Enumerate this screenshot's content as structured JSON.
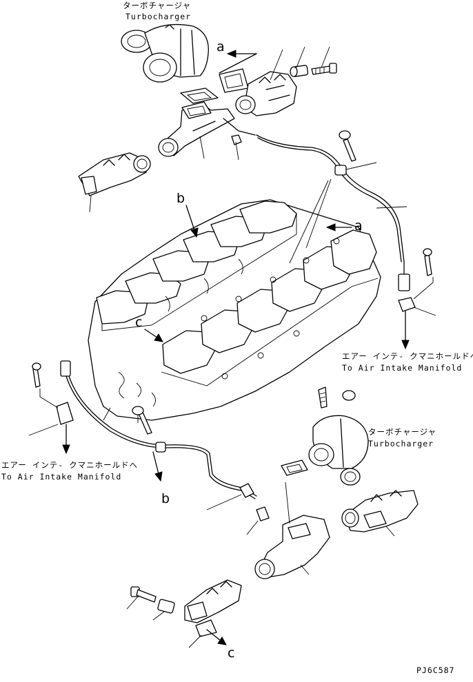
{
  "labels": {
    "turbo_top_jp": "ターボチャージャ",
    "turbo_top_en": "Turbocharger",
    "turbo_right_jp": "ターボチャージャ",
    "turbo_right_en": "Turbocharger",
    "intake_right_jp": "エアー インテ- クマニホールドへ",
    "intake_right_en": "To Air Intake Manifold",
    "intake_left_jp": "エアー インテ- クマニホールドへ",
    "intake_left_en": "To Air Intake Manifold",
    "figure_code": "PJ6C587"
  },
  "callouts": {
    "a_top": "a",
    "a_right": "a",
    "b_upper": "b",
    "b_lower": "b",
    "c_upper": "c",
    "c_lower": "c"
  }
}
